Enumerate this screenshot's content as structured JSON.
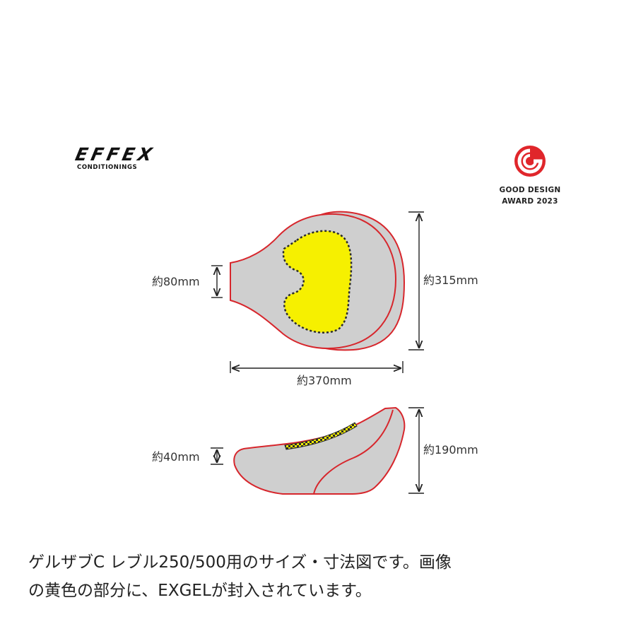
{
  "logo": {
    "wordmark": "EFFEX",
    "subtitle": "CONDITIONINGS",
    "icon": "effex-logo"
  },
  "award": {
    "icon": "good-design-award-icon",
    "line1": "GOOD DESIGN",
    "line2": "AWARD 2023",
    "color": "#e0262b"
  },
  "dimensions": {
    "top_front_width": "約80mm",
    "top_length": "約315mm",
    "top_width": "約370mm",
    "side_front_height": "約40mm",
    "side_rear_height": "約190mm"
  },
  "colors": {
    "outline": "#d7262c",
    "seat_fill": "#cfcfcf",
    "gel_fill": "#f6f000",
    "gel_outline": "#2b2b2b",
    "dimension_line": "#222222"
  },
  "caption": {
    "line1": "ゲルザブC レブル250/500用のサイズ・寸法図です。画像",
    "line2": "の黄色の部分に、EXGELが封入されています。"
  }
}
